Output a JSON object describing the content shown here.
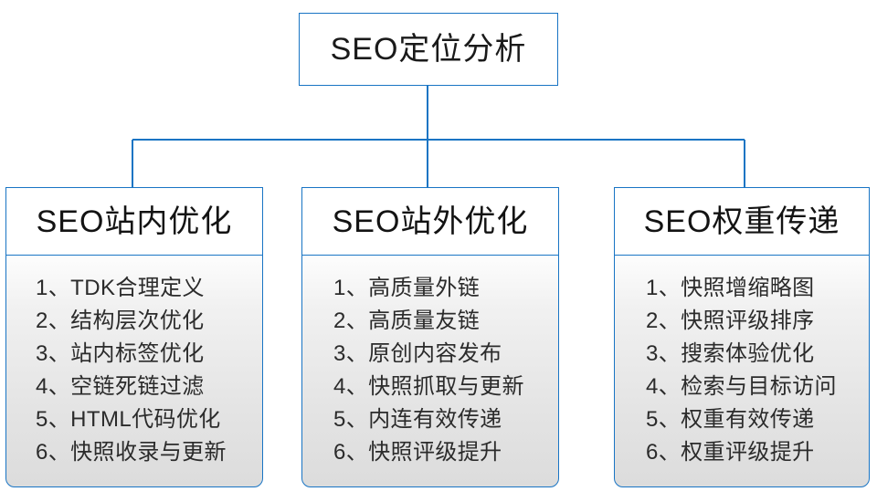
{
  "diagram": {
    "type": "org-chart",
    "root": {
      "title": "SEO定位分析"
    },
    "accent_color": "#1874c4",
    "branches": [
      {
        "title": "SEO站内优化",
        "items": [
          "1、TDK合理定义",
          "2、结构层次优化",
          "3、站内标签优化",
          "4、空链死链过滤",
          "5、HTML代码优化",
          "6、快照收录与更新"
        ]
      },
      {
        "title": "SEO站外优化",
        "items": [
          "1、高质量外链",
          "2、高质量友链",
          "3、原创内容发布",
          "4、快照抓取与更新",
          "5、内连有效传递",
          "6、快照评级提升"
        ]
      },
      {
        "title": "SEO权重传递",
        "items": [
          "1、快照增缩略图",
          "2、快照评级排序",
          "3、搜索体验优化",
          "4、检索与目标访问",
          "5、权重有效传递",
          "6、权重评级提升"
        ]
      }
    ]
  }
}
